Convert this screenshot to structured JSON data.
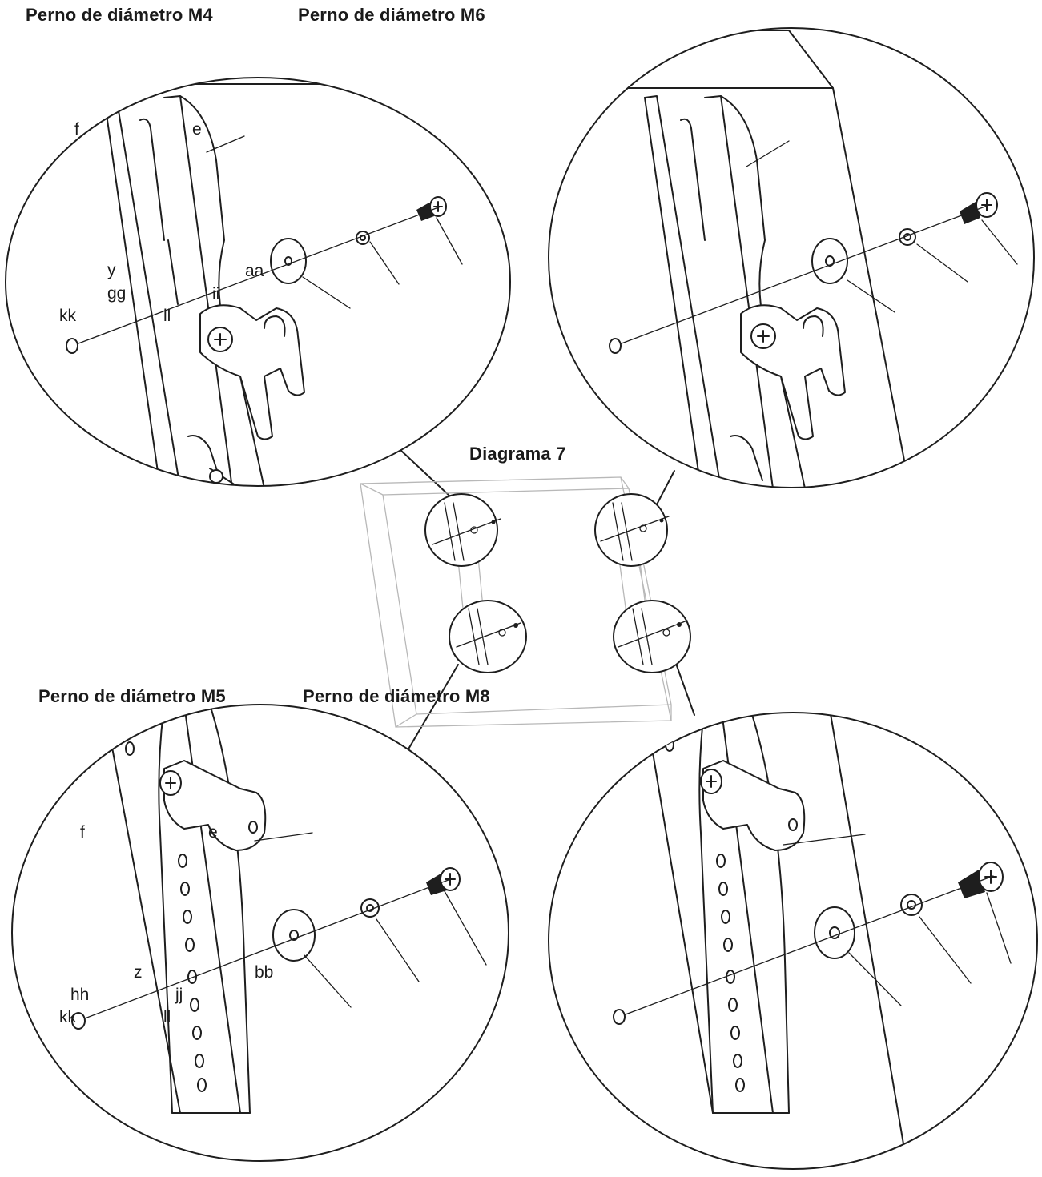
{
  "headings": {
    "m4": "Perno de diámetro M4",
    "m6": "Perno de diámetro M6",
    "m5": "Perno de diámetro M5",
    "m8": "Perno de diámetro M8",
    "diagram": "Diagrama 7"
  },
  "callouts_top_left": {
    "f": "f",
    "e": "e",
    "y": "y",
    "gg": "gg",
    "aa": "aa",
    "ii": "ii",
    "ll": "ll",
    "kk": "kk"
  },
  "callouts_bottom_left": {
    "f": "f",
    "e": "e",
    "z": "z",
    "bb": "bb",
    "hh": "hh",
    "jj": "jj",
    "kk": "kk",
    "ll": "ll"
  },
  "icons": {
    "screw": "phillips-screw-icon",
    "lock_washer": "lock-washer-icon",
    "washer": "flat-washer-icon",
    "bracket": "bracket-arm-icon"
  }
}
